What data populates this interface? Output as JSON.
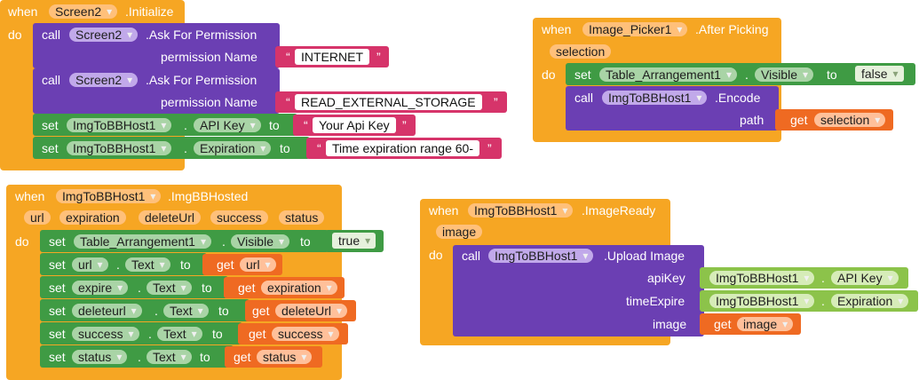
{
  "kw": {
    "when": "when",
    "do": "do",
    "call": "call",
    "set": "set",
    "to": "to",
    "get": "get",
    "dot": ".",
    "open_quote": "“",
    "close_quote": "”"
  },
  "b1": {
    "component": "Screen2",
    "event": ".Initialize",
    "call1": {
      "component": "Screen2",
      "method": ".Ask For Permission",
      "arg": "permission Name",
      "value": "INTERNET"
    },
    "call2": {
      "component": "Screen2",
      "method": ".Ask For Permission",
      "arg": "permission Name",
      "value": "READ_EXTERNAL_STORAGE"
    },
    "set1": {
      "component": "ImgToBBHost1",
      "prop": "API Key",
      "value": "Your Api Key"
    },
    "set2": {
      "component": "ImgToBBHost1",
      "prop": "Expiration",
      "value": "Time expiration range 60-"
    }
  },
  "b2": {
    "component": "Image_Picker1",
    "event": ".After Picking",
    "param": "selection",
    "set": {
      "component": "Table_Arrangement1",
      "prop": "Visible",
      "value": "false"
    },
    "call": {
      "component": "ImgToBBHost1",
      "method": ".Encode",
      "arg": "path",
      "get": "selection"
    }
  },
  "b3": {
    "component": "ImgToBBHost1",
    "event": ".ImgBBHosted",
    "params": [
      "url",
      "expiration",
      "deleteUrl",
      "success",
      "status"
    ],
    "set0": {
      "component": "Table_Arrangement1",
      "prop": "Visible",
      "value": "true"
    },
    "rows": [
      {
        "component": "url",
        "prop": "Text",
        "get": "url"
      },
      {
        "component": "expire",
        "prop": "Text",
        "get": "expiration"
      },
      {
        "component": "deleteurl",
        "prop": "Text",
        "get": "deleteUrl"
      },
      {
        "component": "success",
        "prop": "Text",
        "get": "success"
      },
      {
        "component": "status",
        "prop": "Text",
        "get": "status"
      }
    ]
  },
  "b4": {
    "component": "ImgToBBHost1",
    "event": ".ImageReady",
    "param": "image",
    "call": {
      "component": "ImgToBBHost1",
      "method": ".Upload Image",
      "args": [
        {
          "name": "apiKey",
          "component": "ImgToBBHost1",
          "prop": "API Key"
        },
        {
          "name": "timeExpire",
          "component": "ImgToBBHost1",
          "prop": "Expiration"
        },
        {
          "name": "image",
          "get": "image"
        }
      ]
    }
  },
  "colors": {
    "event": "#f6a623",
    "procedure": "#6b3fb3",
    "setter": "#3f9b44",
    "text": "#d6346a",
    "getter": "#ef6a22",
    "property": "#8cc34a"
  }
}
